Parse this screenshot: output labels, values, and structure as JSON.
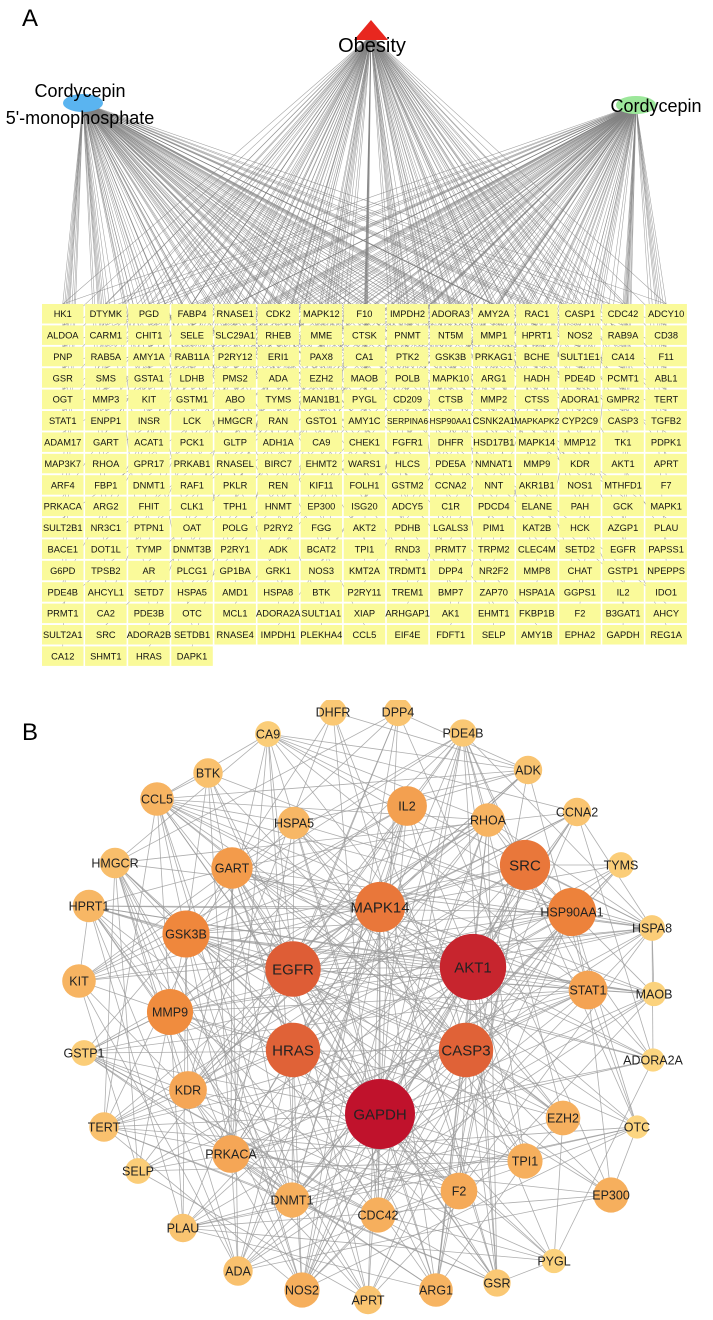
{
  "panel_a": {
    "label": "A",
    "hub_obesity": {
      "label": "Obesity",
      "color": "#e8271f"
    },
    "hub_cmp": {
      "label_line1": "Cordycepin",
      "label_line2": "5'-monophosphate",
      "color": "#5ab4f0"
    },
    "hub_cordycepin": {
      "label": "Cordycepin",
      "color": "#9ce79a"
    },
    "target_box_color": "#fafa9a",
    "edge_color": "#808080",
    "targets": [
      [
        "HK1",
        "DTYMK",
        "PGD",
        "FABP4",
        "RNASE1",
        "CDK2",
        "MAPK12",
        "F10",
        "IMPDH2",
        "ADORA3",
        "AMY2A",
        "RAC1",
        "CASP1",
        "CDC42",
        "ADCY10"
      ],
      [
        "ALDOA",
        "CARM1",
        "CHIT1",
        "SELE",
        "SLC29A1",
        "RHEB",
        "MME",
        "CTSK",
        "PNMT",
        "NT5M",
        "MMP1",
        "HPRT1",
        "NOS2",
        "RAB9A",
        "CD38"
      ],
      [
        "PNP",
        "RAB5A",
        "AMY1A",
        "RAB11A",
        "P2RY12",
        "ERI1",
        "PAX8",
        "CA1",
        "PTK2",
        "GSK3B",
        "PRKAG1",
        "BCHE",
        "SULT1E1",
        "CA14",
        "F11"
      ],
      [
        "GSR",
        "SMS",
        "GSTA1",
        "LDHB",
        "PMS2",
        "ADA",
        "EZH2",
        "MAOB",
        "POLB",
        "MAPK10",
        "ARG1",
        "HADH",
        "PDE4D",
        "PCMT1",
        "ABL1"
      ],
      [
        "OGT",
        "MMP3",
        "KIT",
        "GSTM1",
        "ABO",
        "TYMS",
        "MAN1B1",
        "PYGL",
        "CD209",
        "CTSB",
        "MMP2",
        "CTSS",
        "ADORA1",
        "GMPR2",
        "TERT"
      ],
      [
        "STAT1",
        "ENPP1",
        "INSR",
        "LCK",
        "HMGCR",
        "RAN",
        "GSTO1",
        "AMY1C",
        "SERPINA6",
        "HSP90AA1",
        "CSNK2A1",
        "MAPKAPK2",
        "CYP2C9",
        "CASP3",
        "TGFB2"
      ],
      [
        "ADAM17",
        "GART",
        "ACAT1",
        "PCK1",
        "GLTP",
        "ADH1A",
        "CA9",
        "CHEK1",
        "FGFR1",
        "DHFR",
        "HSD17B1",
        "MAPK14",
        "MMP12",
        "TK1",
        "PDPK1"
      ],
      [
        "MAP3K7",
        "RHOA",
        "GPR17",
        "PRKAB1",
        "RNASEL",
        "BIRC7",
        "EHMT2",
        "WARS1",
        "HLCS",
        "PDE5A",
        "NMNAT1",
        "MMP9",
        "KDR",
        "AKT1",
        "APRT"
      ],
      [
        "ARF4",
        "FBP1",
        "DNMT1",
        "RAF1",
        "PKLR",
        "REN",
        "KIF11",
        "FOLH1",
        "GSTM2",
        "CCNA2",
        "NNT",
        "AKR1B1",
        "NOS1",
        "MTHFD1",
        "F7"
      ],
      [
        "PRKACA",
        "ARG2",
        "FHIT",
        "CLK1",
        "TPH1",
        "HNMT",
        "EP300",
        "ISG20",
        "ADCY5",
        "C1R",
        "PDCD4",
        "ELANE",
        "PAH",
        "GCK",
        "MAPK1"
      ],
      [
        "SULT2B1",
        "NR3C1",
        "PTPN1",
        "OAT",
        "POLG",
        "P2RY2",
        "FGG",
        "AKT2",
        "PDHB",
        "LGALS3",
        "PIM1",
        "KAT2B",
        "HCK",
        "AZGP1",
        "PLAU"
      ],
      [
        "BACE1",
        "DOT1L",
        "TYMP",
        "DNMT3B",
        "P2RY1",
        "ADK",
        "BCAT2",
        "TPI1",
        "RND3",
        "PRMT7",
        "TRPM2",
        "CLEC4M",
        "SETD2",
        "EGFR",
        "PAPSS1"
      ],
      [
        "G6PD",
        "TPSB2",
        "AR",
        "PLCG1",
        "GP1BA",
        "GRK1",
        "NOS3",
        "KMT2A",
        "TRDMT1",
        "DPP4",
        "NR2F2",
        "MMP8",
        "CHAT",
        "GSTP1",
        "NPEPPS"
      ],
      [
        "PDE4B",
        "AHCYL1",
        "SETD7",
        "HSPA5",
        "AMD1",
        "HSPA8",
        "BTK",
        "P2RY11",
        "TREM1",
        "BMP7",
        "ZAP70",
        "HSPA1A",
        "GGPS1",
        "IL2",
        "IDO1"
      ],
      [
        "PRMT1",
        "CA2",
        "PDE3B",
        "OTC",
        "MCL1",
        "ADORA2A",
        "SULT1A1",
        "XIAP",
        "ARHGAP1",
        "AK1",
        "EHMT1",
        "FKBP1B",
        "F2",
        "B3GAT1",
        "AHCY"
      ],
      [
        "SULT2A1",
        "SRC",
        "ADORA2B",
        "SETDB1",
        "RNASE4",
        "IMPDH1",
        "PLEKHA4",
        "CCL5",
        "EIF4E",
        "FDFT1",
        "SELP",
        "AMY1B",
        "EPHA2",
        "GAPDH",
        "REG1A"
      ],
      [
        "CA12",
        "SHMT1",
        "HRAS",
        "DAPK1"
      ]
    ]
  },
  "panel_b": {
    "label": "B",
    "edge_color": "#9a9a9a",
    "nodes": [
      {
        "label": "GAPDH",
        "score": 1.0
      },
      {
        "label": "AKT1",
        "score": 0.93
      },
      {
        "label": "EGFR",
        "score": 0.72
      },
      {
        "label": "HRAS",
        "score": 0.7
      },
      {
        "label": "CASP3",
        "score": 0.7
      },
      {
        "label": "MAPK14",
        "score": 0.62
      },
      {
        "label": "SRC",
        "score": 0.62
      },
      {
        "label": "HSP90AA1",
        "score": 0.58
      },
      {
        "label": "GSK3B",
        "score": 0.56
      },
      {
        "label": "MMP9",
        "score": 0.54
      },
      {
        "label": "GART",
        "score": 0.45
      },
      {
        "label": "IL2",
        "score": 0.42
      },
      {
        "label": "STAT1",
        "score": 0.4
      },
      {
        "label": "KDR",
        "score": 0.38
      },
      {
        "label": "PRKACA",
        "score": 0.38
      },
      {
        "label": "DNMT1",
        "score": 0.33
      },
      {
        "label": "CDC42",
        "score": 0.33
      },
      {
        "label": "F2",
        "score": 0.36
      },
      {
        "label": "TPI1",
        "score": 0.33
      },
      {
        "label": "EZH2",
        "score": 0.32
      },
      {
        "label": "RHOA",
        "score": 0.3
      },
      {
        "label": "HSPA5",
        "score": 0.28
      },
      {
        "label": "CCL5",
        "score": 0.3
      },
      {
        "label": "HPRT1",
        "score": 0.28
      },
      {
        "label": "KIT",
        "score": 0.3
      },
      {
        "label": "NOS2",
        "score": 0.33
      },
      {
        "label": "ARG1",
        "score": 0.3
      },
      {
        "label": "EP300",
        "score": 0.33
      },
      {
        "label": "HMGCR",
        "score": 0.24
      },
      {
        "label": "BTK",
        "score": 0.22
      },
      {
        "label": "CA9",
        "score": 0.15
      },
      {
        "label": "DHFR",
        "score": 0.18
      },
      {
        "label": "DPP4",
        "score": 0.2
      },
      {
        "label": "PDE4B",
        "score": 0.18
      },
      {
        "label": "ADK",
        "score": 0.2
      },
      {
        "label": "CCNA2",
        "score": 0.2
      },
      {
        "label": "TYMS",
        "score": 0.15
      },
      {
        "label": "HSPA8",
        "score": 0.15
      },
      {
        "label": "MAOB",
        "score": 0.12
      },
      {
        "label": "ADORA2A",
        "score": 0.1
      },
      {
        "label": "OTC",
        "score": 0.1
      },
      {
        "label": "PYGL",
        "score": 0.12
      },
      {
        "label": "GSR",
        "score": 0.18
      },
      {
        "label": "APRT",
        "score": 0.2
      },
      {
        "label": "ADA",
        "score": 0.22
      },
      {
        "label": "PLAU",
        "score": 0.2
      },
      {
        "label": "SELP",
        "score": 0.15
      },
      {
        "label": "TERT",
        "score": 0.22
      },
      {
        "label": "GSTP1",
        "score": 0.15
      }
    ],
    "color_low": "#fcd580",
    "color_mid": "#f08a3c",
    "color_high": "#c0122c"
  }
}
